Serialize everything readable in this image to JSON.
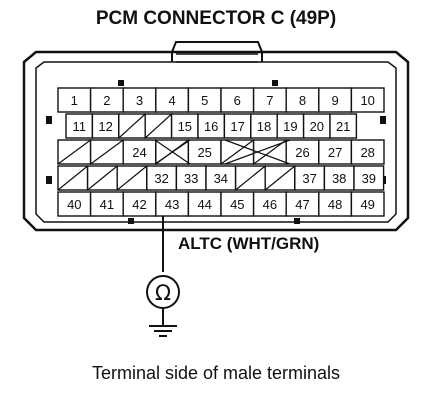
{
  "title": "PCM CONNECTOR C (49P)",
  "signal_label": "ALTC (WHT/GRN)",
  "caption": "Terminal side of male terminals",
  "meter_symbol": "Ω",
  "meter_icon": "ohmmeter-icon",
  "ground_icon": "ground-icon",
  "probed_terminal": "43",
  "rows": [
    [
      "1",
      "2",
      "3",
      "4",
      "5",
      "6",
      "7",
      "8",
      "9",
      "10"
    ],
    [
      "11",
      "12",
      "",
      "",
      "15",
      "16",
      "17",
      "18",
      "19",
      "20",
      "21"
    ],
    [
      "",
      "",
      "24",
      "",
      "25",
      "",
      "",
      "26",
      "27",
      "28"
    ],
    [
      "",
      "",
      "",
      "32",
      "33",
      "34",
      "",
      "",
      "37",
      "38",
      "39"
    ],
    [
      "40",
      "41",
      "42",
      "43",
      "44",
      "45",
      "46",
      "47",
      "48",
      "49"
    ]
  ]
}
